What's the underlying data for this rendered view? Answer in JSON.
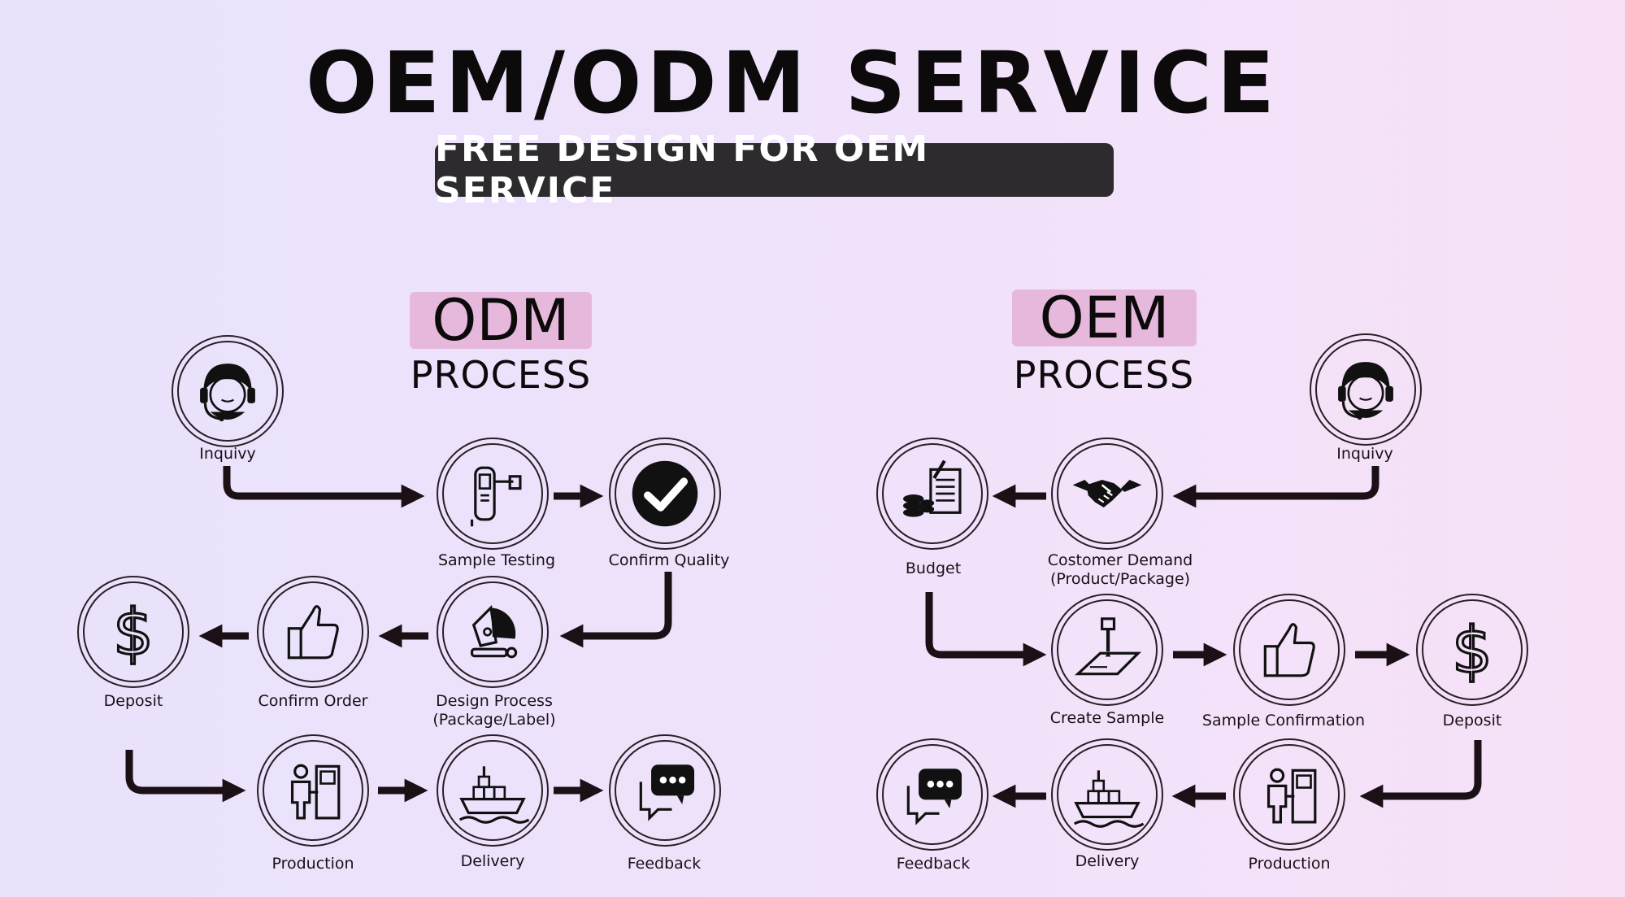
{
  "header": {
    "title": "OEM/ODM SERVICE",
    "subtitle": "FREE DESIGN FOR OEM SERVICE"
  },
  "odm": {
    "badge": "ODM",
    "sub": "PROCESS",
    "steps": {
      "inquiry": "Inquivy",
      "sample_testing": "Sample Testing",
      "confirm_quality": "Confirm Quality",
      "design_process": "Design Process",
      "design_process_sub": "(Package/Label)",
      "confirm_order": "Confirm Order",
      "deposit": "Deposit",
      "production": "Production",
      "delivery": "Delivery",
      "feedback": "Feedback"
    }
  },
  "oem": {
    "badge": "OEM",
    "sub": "PROCESS",
    "steps": {
      "inquiry": "Inquivy",
      "customer_demand": "Costomer Demand",
      "customer_demand_sub": "(Product/Package)",
      "budget": "Budget",
      "create_sample": "Create Sample",
      "sample_confirmation": "Sample Confirmation",
      "deposit": "Deposit",
      "production": "Production",
      "delivery": "Delivery",
      "feedback": "Feedback"
    }
  },
  "colors": {
    "text": "#0d0a0c",
    "badge": "#e6b9dc",
    "subtitle_bar": "#2d2b2e",
    "arrow": "#1a1016"
  }
}
